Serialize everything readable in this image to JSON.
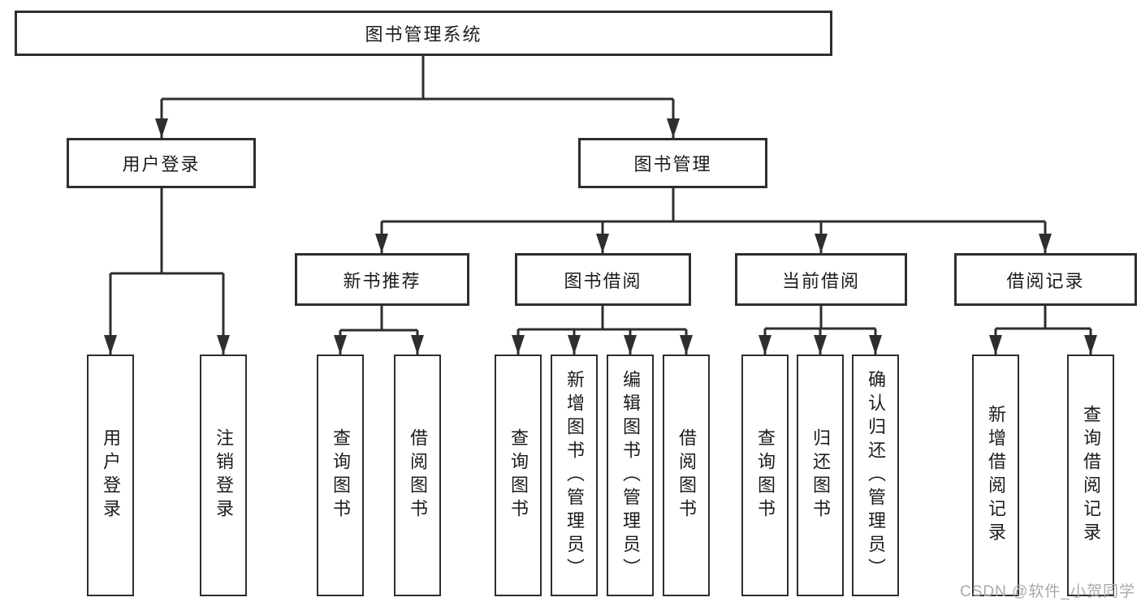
{
  "diagram_title": "图书管理系统",
  "nodes": {
    "root": "图书管理系统",
    "user_login": "用户登录",
    "book_mgmt": "图书管理",
    "new_book_rec": "新书推荐",
    "book_borrow": "图书借阅",
    "current_borrow": "当前借阅",
    "borrow_records": "借阅记录",
    "ul_login": "用户登录",
    "ul_logout": "注销登录",
    "nb_query": "查询图书",
    "nb_borrow": "借阅图书",
    "bb_query": "查询图书",
    "bb_add": "新增图书（管理员）",
    "bb_edit": "编辑图书（管理员）",
    "bb_borrow": "借阅图书",
    "cb_query": "查询图书",
    "cb_return": "归还图书",
    "cb_confirm": "确认归还（管理员）",
    "br_add": "新增借阅记录",
    "br_query": "查询借阅记录"
  },
  "hierarchy": {
    "图书管理系统": {
      "用户登录": [
        "用户登录",
        "注销登录"
      ],
      "图书管理": {
        "新书推荐": [
          "查询图书",
          "借阅图书"
        ],
        "图书借阅": [
          "查询图书",
          "新增图书（管理员）",
          "编辑图书（管理员）",
          "借阅图书"
        ],
        "当前借阅": [
          "查询图书",
          "归还图书",
          "确认归还（管理员）"
        ],
        "借阅记录": [
          "新增借阅记录",
          "查询借阅记录"
        ]
      }
    }
  },
  "watermark": {
    "text": "CSDN @软件_小贺同学"
  },
  "colors": {
    "line": "#2e2e2e",
    "text": "#1c1c1c",
    "watermark": "#a9a9a9",
    "background": "#ffffff"
  }
}
